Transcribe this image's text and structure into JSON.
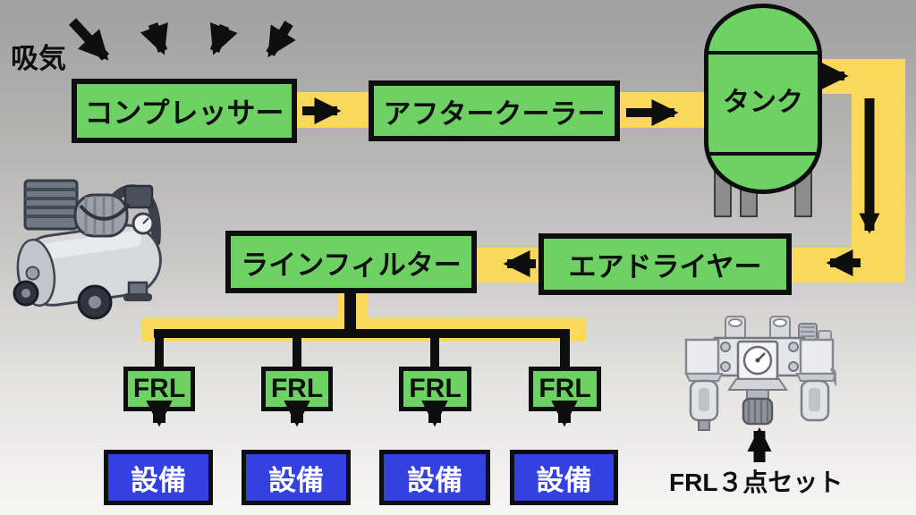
{
  "diagram": {
    "intake_label": "吸気",
    "nodes": {
      "compressor": "コンプレッサー",
      "aftercooler": "アフタークーラー",
      "tank": "タンク",
      "air_dryer": "エアドライヤー",
      "line_filter": "ラインフィルター"
    },
    "branches": [
      {
        "frl": "FRL",
        "equipment": "設備"
      },
      {
        "frl": "FRL",
        "equipment": "設備"
      },
      {
        "frl": "FRL",
        "equipment": "設備"
      },
      {
        "frl": "FRL",
        "equipment": "設備"
      }
    ],
    "frl_set_label": "FRL３点セット",
    "icons": {
      "compressor_illustration": "air-compressor-illustration",
      "frl_set_illustration": "frl-three-piece-unit-illustration"
    },
    "colors": {
      "node_green": "#6ed164",
      "flow_yellow": "#f9d85c",
      "equipment_blue": "#3341e0",
      "line_black": "#0e0e0e"
    }
  }
}
